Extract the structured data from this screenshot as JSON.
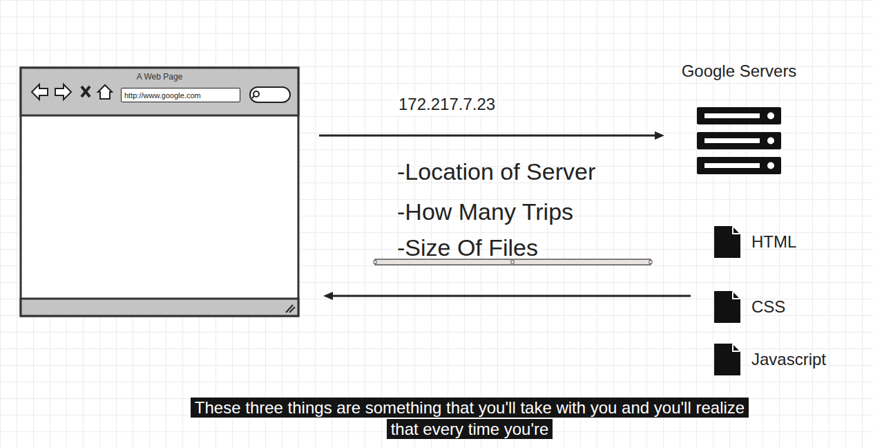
{
  "diagram": {
    "caption": "These three things are something that you'll take with you and you'll realize that every time you're",
    "nodes": [
      {
        "text": [
          "A Web Page"
        ]
      },
      {
        "text": [
          "http://www.google.com"
        ],
        "in": 0
      },
      {
        "text": [
          "Google Servers"
        ]
      },
      {
        "text": [
          "HTML"
        ]
      },
      {
        "text": [
          "CSS"
        ]
      },
      {
        "text": [
          "Javascript"
        ]
      }
    ],
    "edges": [
      {
        "from": 0,
        "to": 2,
        "arrow": "to",
        "label": "172.217.7.23"
      },
      {
        "from": 4,
        "to": 0,
        "arrow": "to"
      }
    ],
    "labels": [
      "-Location of Server",
      "-How Many Trips",
      "-Size Of Files"
    ]
  }
}
